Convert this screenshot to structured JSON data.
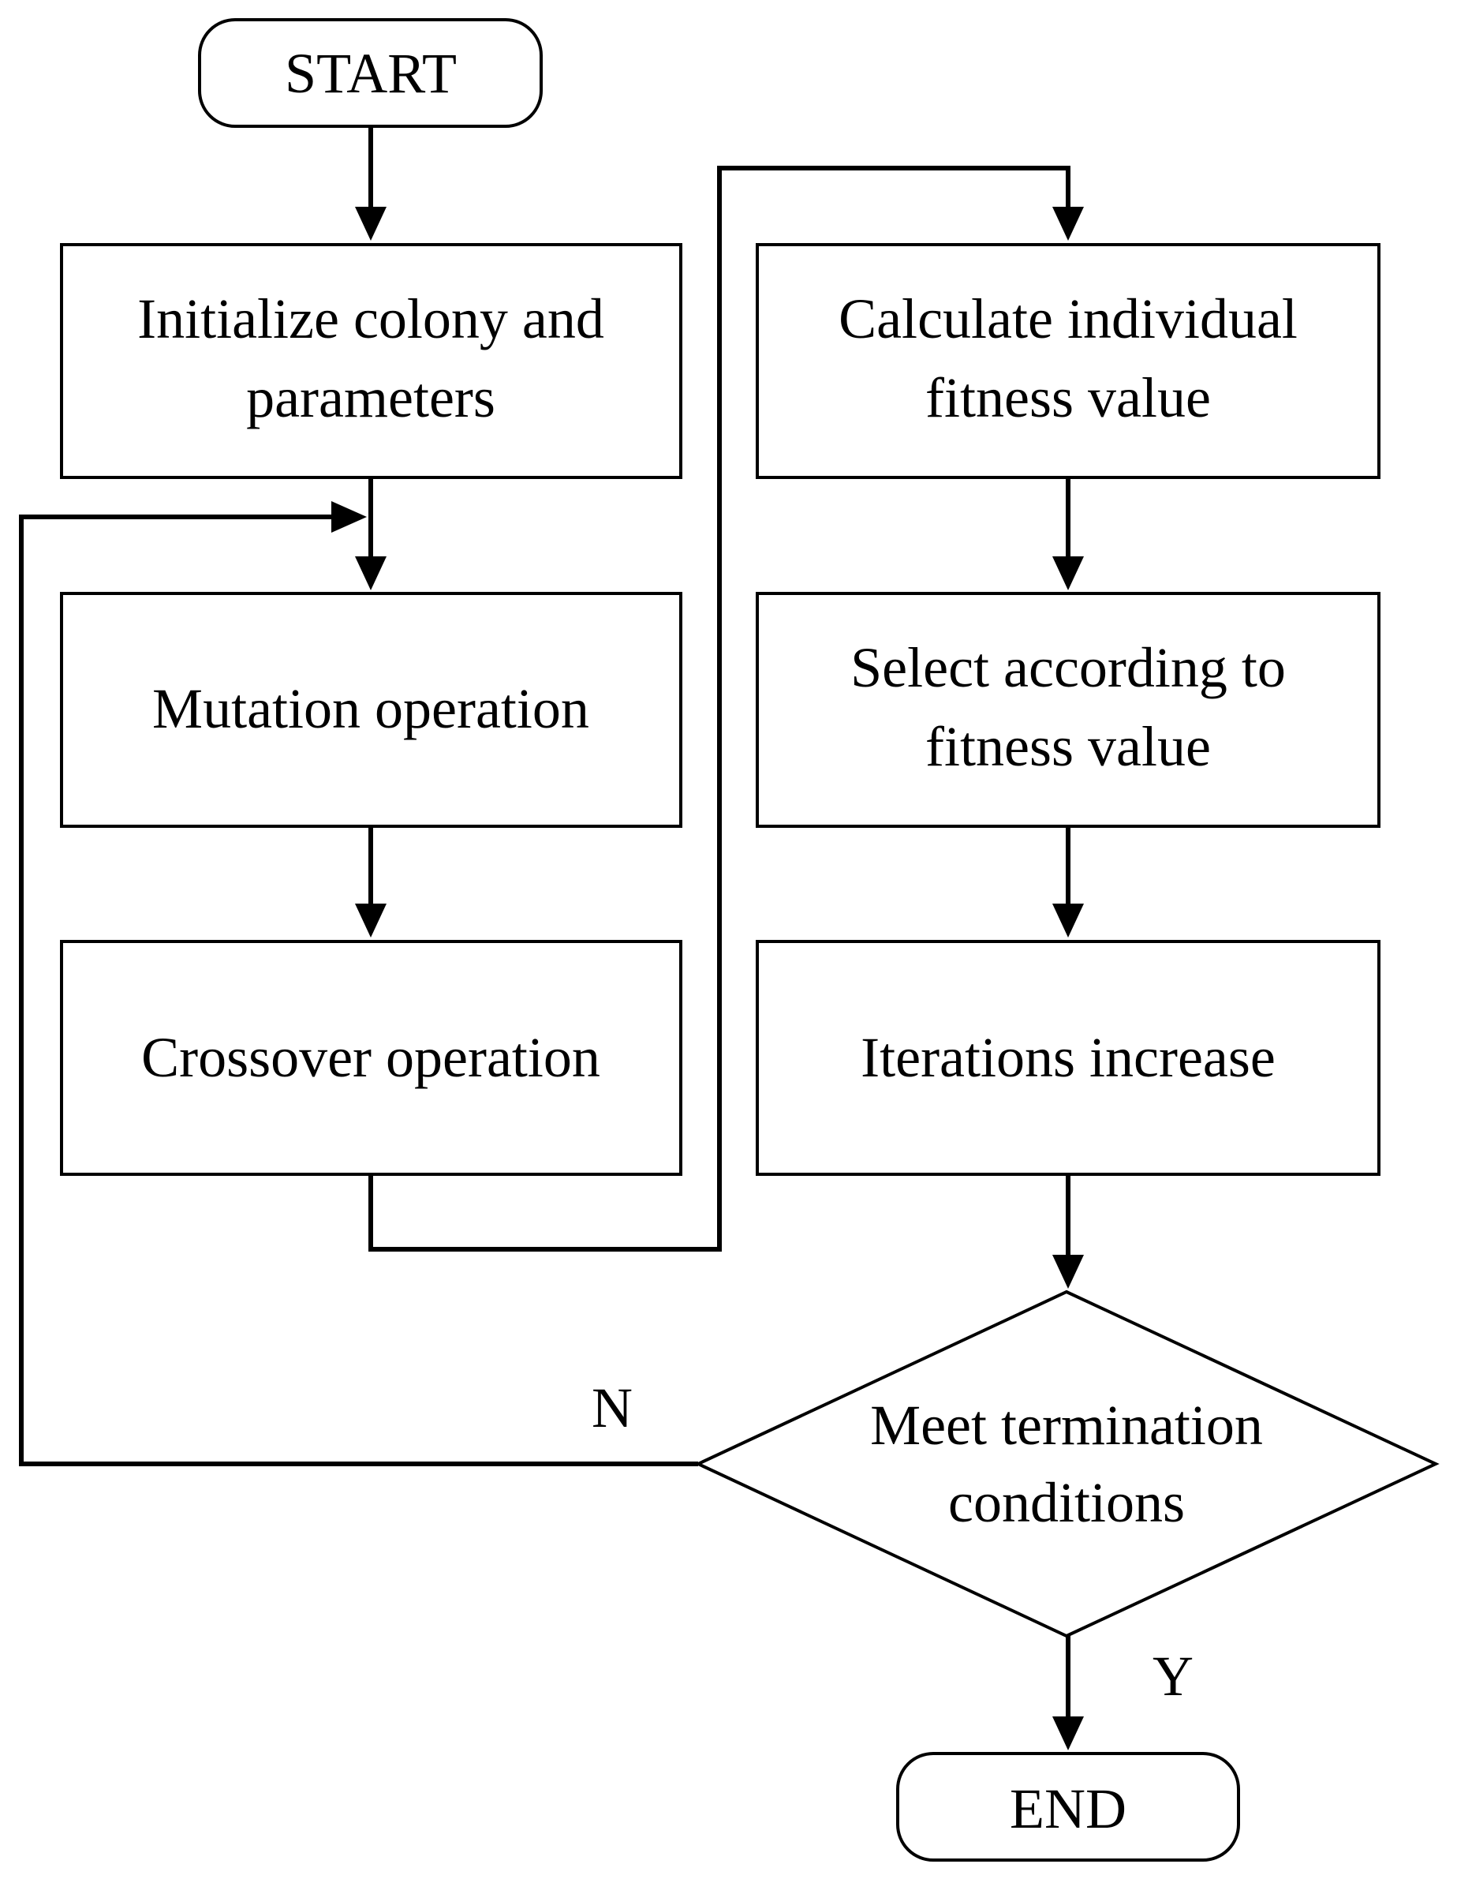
{
  "nodes": {
    "start": {
      "label": "START"
    },
    "init": {
      "line1": "Initialize colony and",
      "line2": "parameters"
    },
    "mutation": {
      "label": "Mutation operation"
    },
    "crossover": {
      "label": "Crossover operation"
    },
    "fitness": {
      "line1": "Calculate individual",
      "line2": "fitness value"
    },
    "select": {
      "line1": "Select according to",
      "line2": "fitness value"
    },
    "iterations": {
      "label": "Iterations increase"
    },
    "decision": {
      "line1": "Meet termination",
      "line2": "conditions"
    },
    "end": {
      "label": "END"
    }
  },
  "edge_labels": {
    "no": "N",
    "yes": "Y"
  }
}
